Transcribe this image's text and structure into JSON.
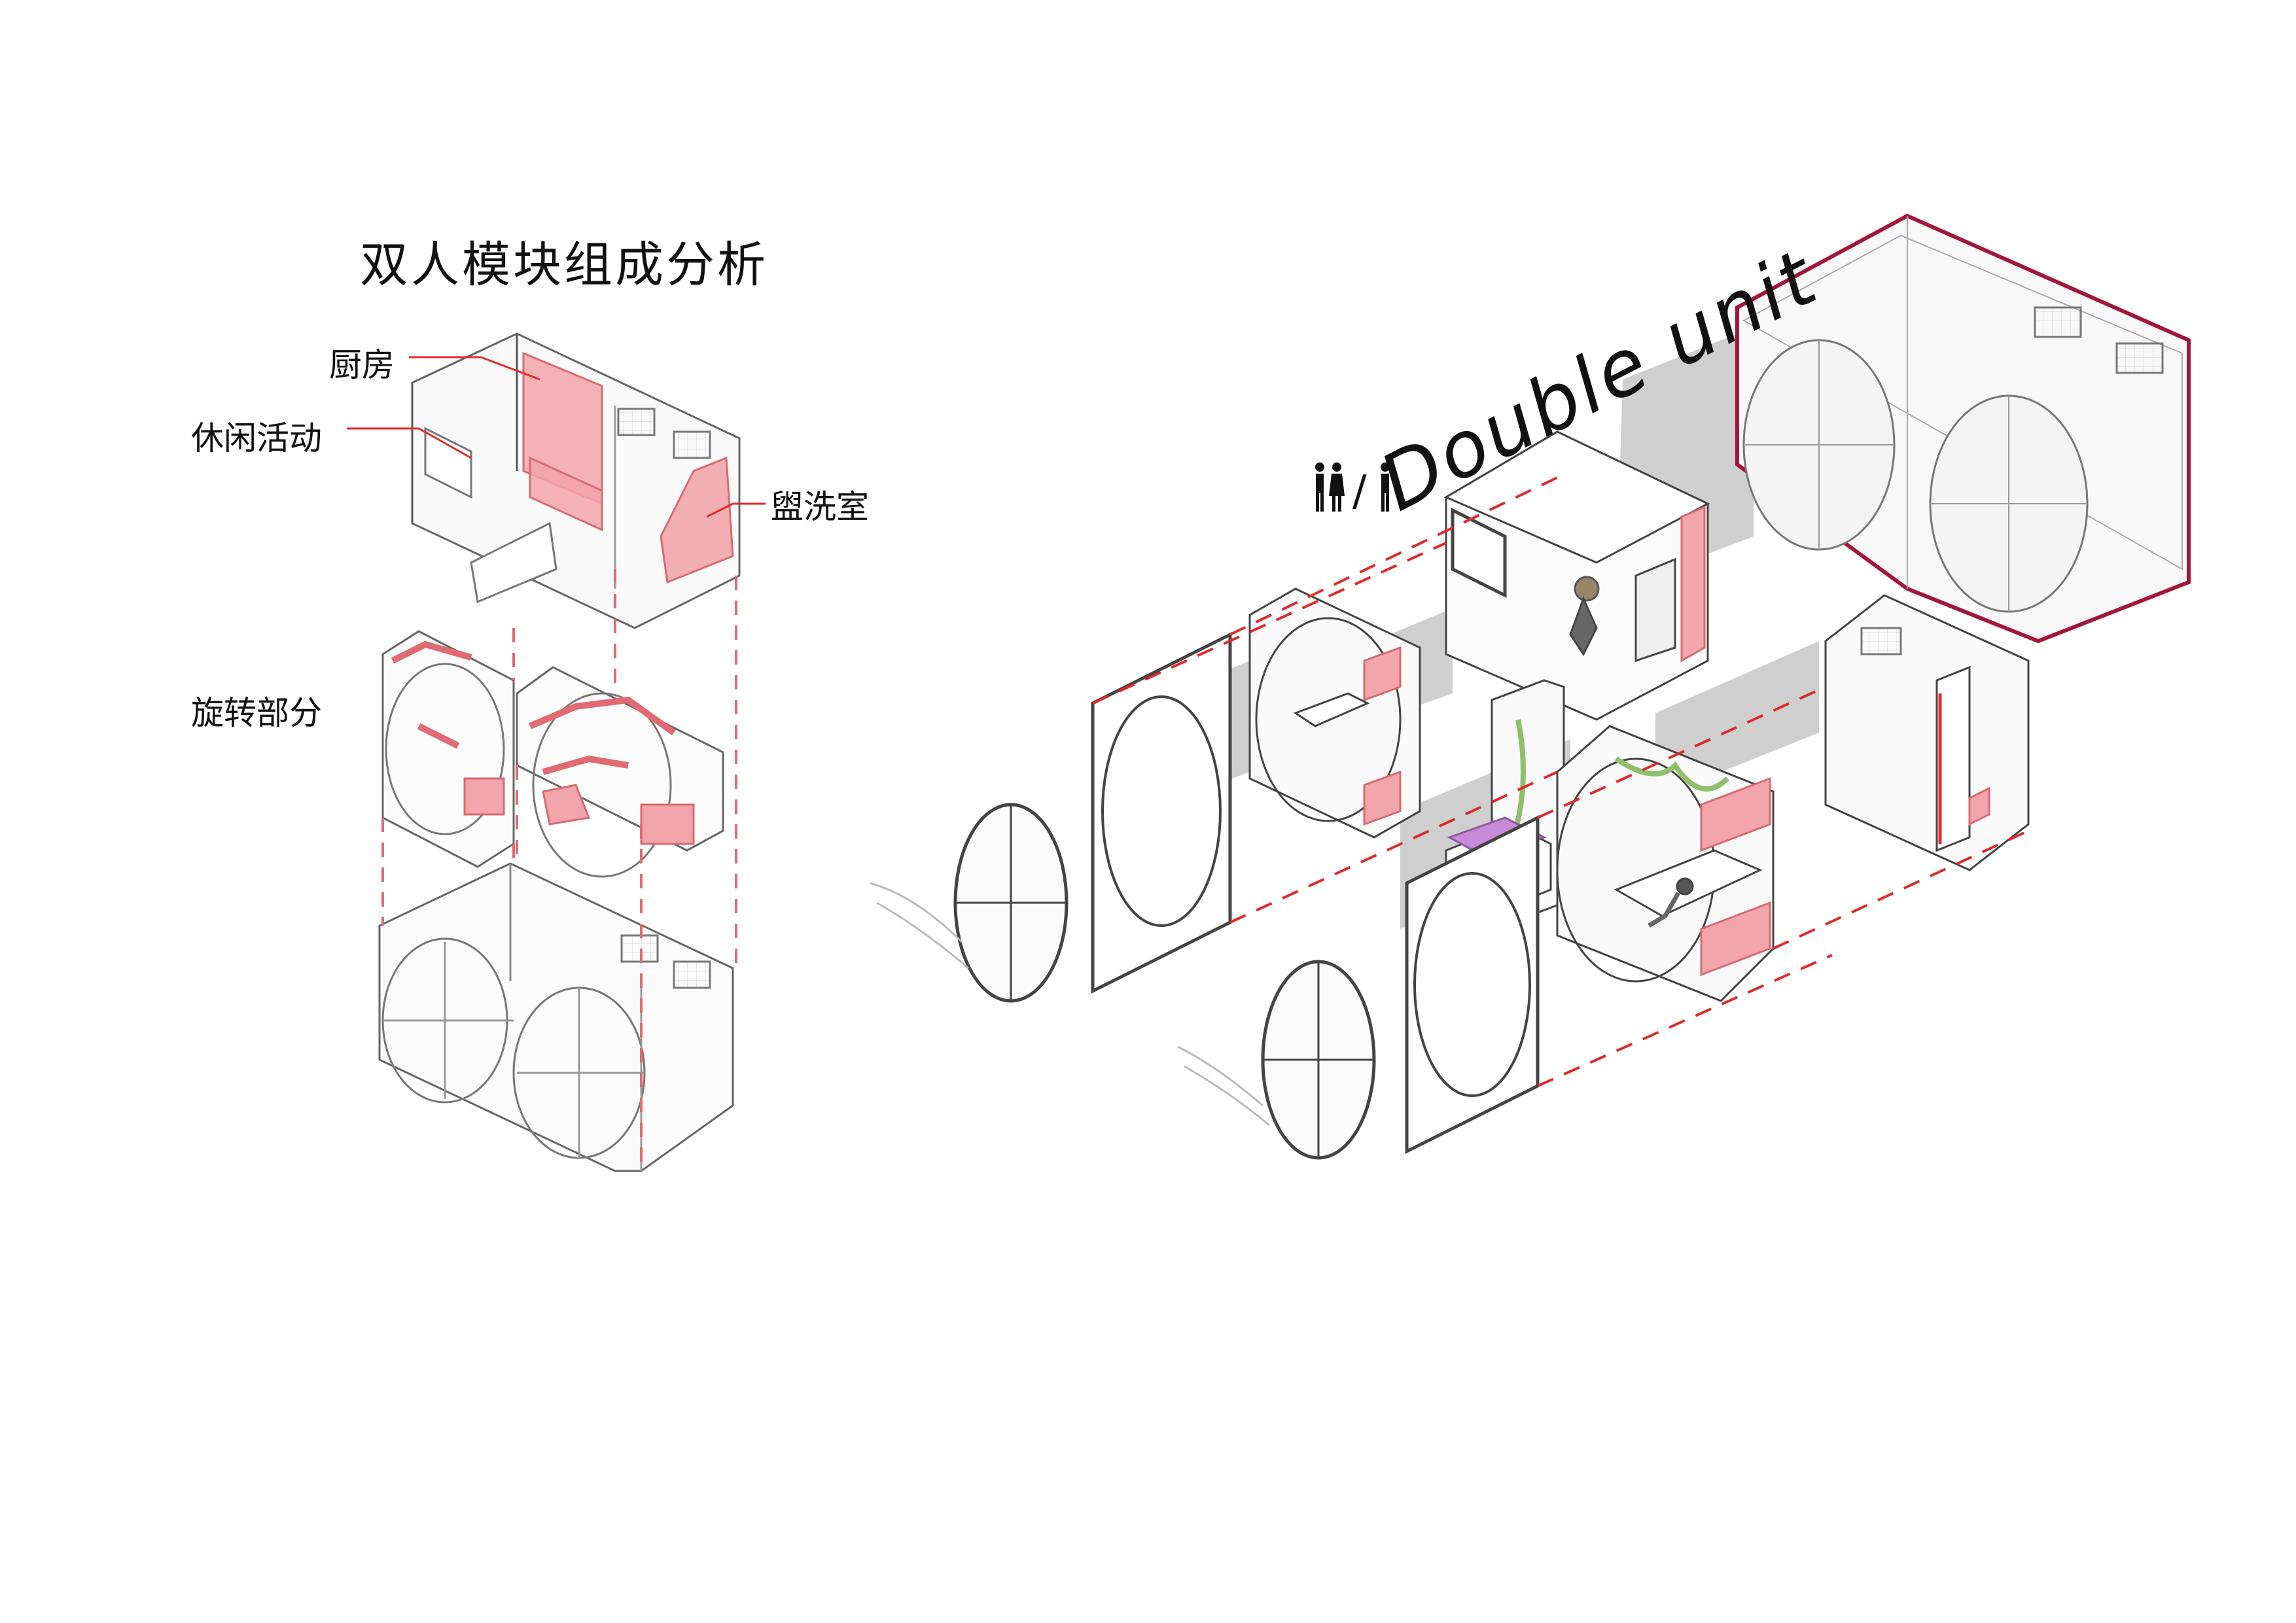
{
  "left_panel": {
    "title": "双人模块组成分析",
    "labels": {
      "kitchen": "厨房",
      "leisure": "休闲活动",
      "bathroom": "盥洗室",
      "rotating": "旋转部分"
    }
  },
  "right_panel": {
    "title": "Double unit",
    "people_icon_names": [
      "couple-icon",
      "person-icon"
    ],
    "separator": "/"
  },
  "colors": {
    "accent_pink": "#f2a5aa",
    "accent_red": "#e02b2b",
    "frame_crimson": "#a3163a",
    "line_gray": "#555555",
    "shadow_gray": "#c9c9c9"
  }
}
